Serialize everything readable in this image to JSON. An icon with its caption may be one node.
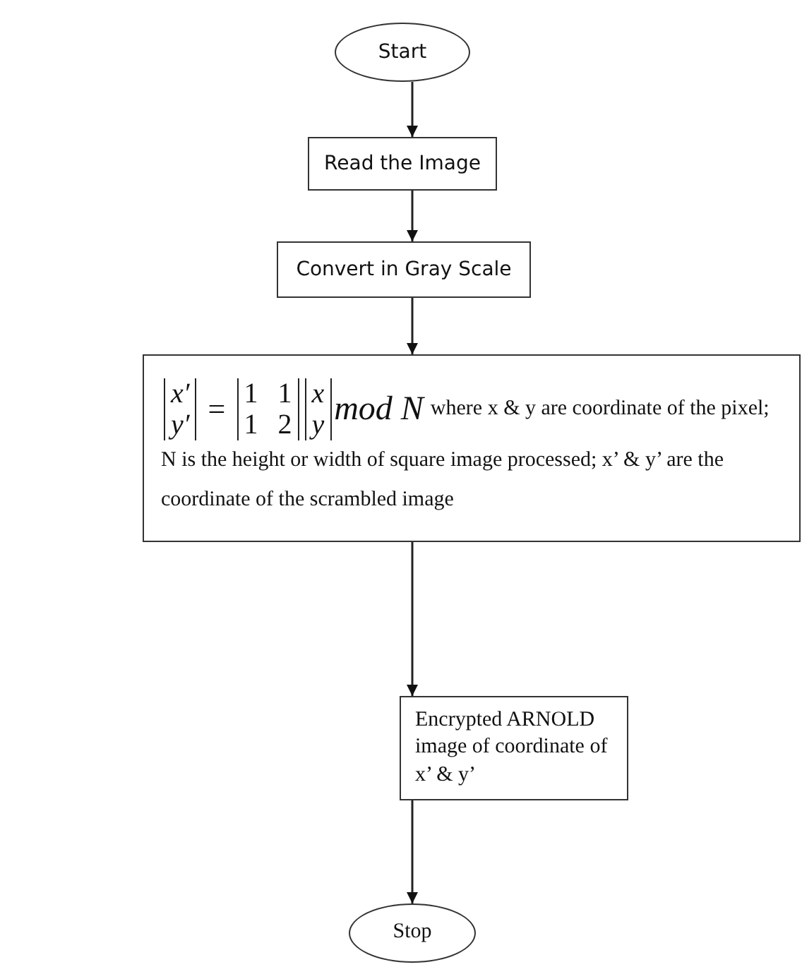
{
  "diagram": {
    "nodes": [
      {
        "text": [
          "Start"
        ]
      },
      {
        "text": [
          "Read the Image"
        ]
      },
      {
        "text": [
          "Convert in Gray Scale"
        ]
      },
      {
        "text": [
          "x′",
          "y′",
          "=",
          "1",
          "1",
          "1",
          "2",
          "x",
          "y",
          "mod N",
          "where x & y are coordinate of the pixel; N is the height or width of square image processed; x’ & y’ are the coordinate of the scrambled image"
        ]
      },
      {
        "text": [
          "Encrypted ARNOLD image of coordinate of x’ & y’"
        ]
      },
      {
        "text": [
          "Stop"
        ]
      }
    ],
    "edges": [
      {
        "from": 0,
        "to": 1,
        "arrow": "to"
      },
      {
        "from": 1,
        "to": 2,
        "arrow": "to"
      },
      {
        "from": 2,
        "to": 3,
        "arrow": "to"
      },
      {
        "from": 3,
        "to": 4,
        "arrow": "to"
      },
      {
        "from": 4,
        "to": 5,
        "arrow": "to"
      }
    ]
  }
}
